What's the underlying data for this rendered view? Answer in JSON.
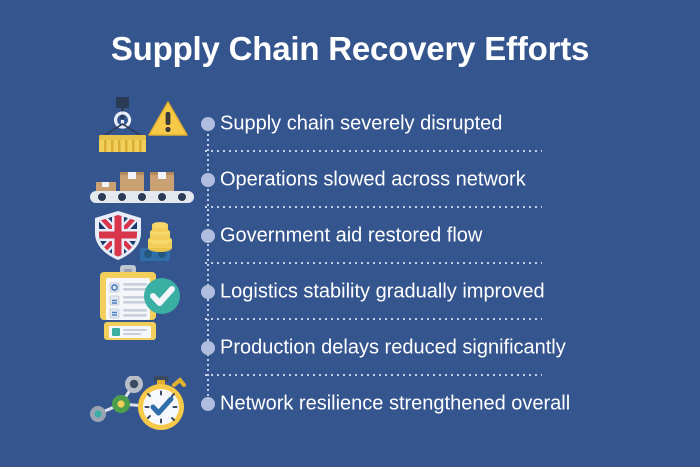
{
  "slide": {
    "background_color": "#35558F",
    "title": "Supply Chain Recovery Efforts",
    "title_color": "#FFFFFF",
    "bullet_color": "#AFBCDE",
    "separator_color": "#C3CFE8",
    "items": [
      {
        "text": "Supply chain severely disrupted",
        "icon": "crane-container-warning-icon"
      },
      {
        "text": "Operations slowed across network",
        "icon": "conveyor-belt-boxes-icon"
      },
      {
        "text": "Government aid restored flow",
        "icon": "uk-shield-coins-icon"
      },
      {
        "text": "Logistics stability gradually improved",
        "icon": "clipboard-checkmark-icon"
      },
      {
        "text": "Production delays reduced significantly",
        "icon": "stopwatch-check-icon"
      },
      {
        "text": "Network resilience strengthened overall",
        "icon": "network-nodes-icon"
      }
    ]
  }
}
